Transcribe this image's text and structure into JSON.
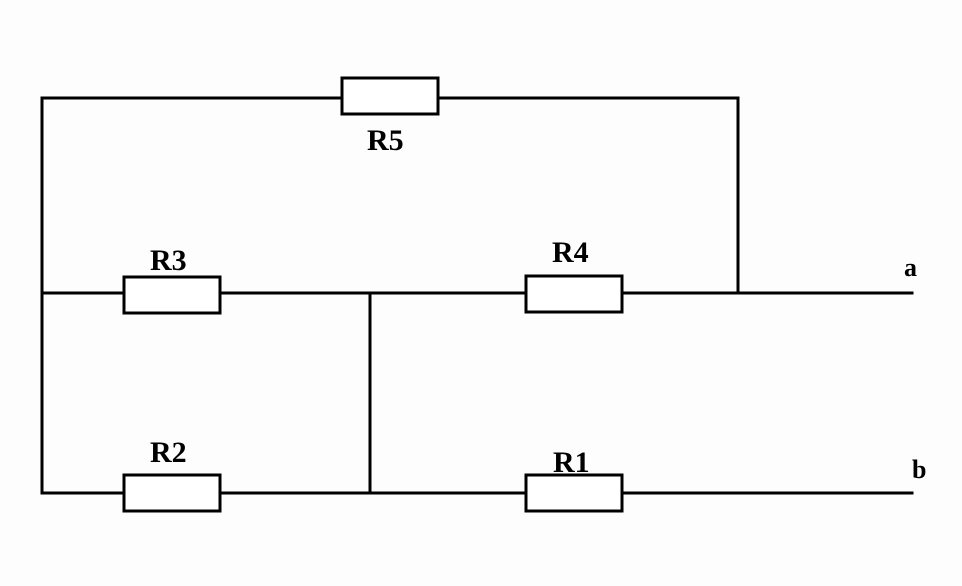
{
  "diagram": {
    "type": "circuit",
    "colors": {
      "line": "#000000",
      "background": "#fdfdfd",
      "resistor_fill": "#ffffff"
    },
    "resistors": [
      {
        "id": "r5",
        "label": "R5"
      },
      {
        "id": "r3",
        "label": "R3"
      },
      {
        "id": "r4",
        "label": "R4"
      },
      {
        "id": "r2",
        "label": "R2"
      },
      {
        "id": "r1",
        "label": "R1"
      }
    ],
    "terminals": [
      {
        "id": "a",
        "label": "a"
      },
      {
        "id": "b",
        "label": "b"
      }
    ]
  }
}
